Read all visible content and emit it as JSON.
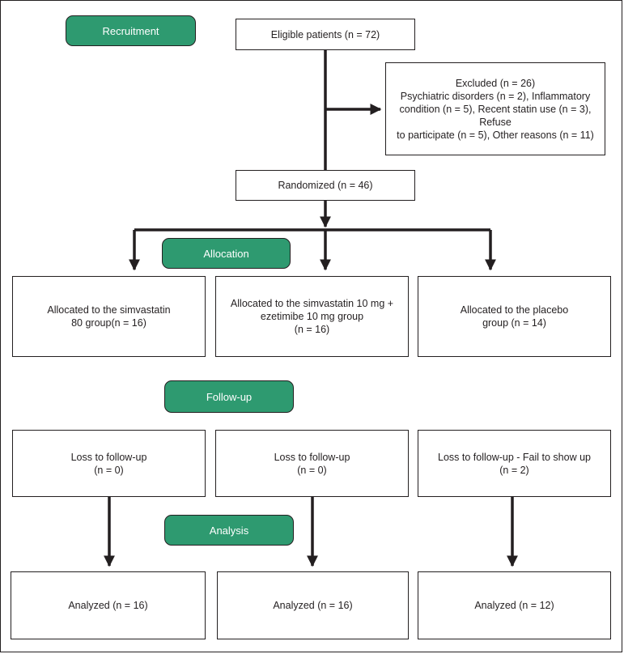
{
  "colors": {
    "stage_fill": "#2e9a70",
    "stage_text": "#ffffff",
    "line": "#231f20",
    "box_fill": "#ffffff"
  },
  "stages": {
    "recruitment": "Recruitment",
    "allocation": "Allocation",
    "follow_up": "Follow-up",
    "analysis": "Analysis"
  },
  "eligible": "Eligible patients (n = 72)",
  "excluded": {
    "title": "Excluded (n = 26)",
    "details": "Psychiatric disorders (n = 2), Inflammatory\ncondition (n = 5), Recent statin use (n = 3), Refuse\nto participate (n = 5), Other reasons (n = 11)"
  },
  "randomized": "Randomized (n = 46)",
  "groups": [
    {
      "allocated": "Allocated to the simvastatin\n80 group(n = 16)",
      "loss": "Loss to follow-up\n(n = 0)",
      "analyzed": "Analyzed (n = 16)"
    },
    {
      "allocated": "Allocated to the simvastatin 10 mg +\nezetimibe 10 mg group\n(n = 16)",
      "loss": "Loss to follow-up\n(n = 0)",
      "analyzed": "Analyzed (n = 16)"
    },
    {
      "allocated": "Allocated to the placebo\ngroup (n = 14)",
      "loss": "Loss to follow-up - Fail to show up\n(n = 2)",
      "analyzed": "Analyzed (n = 12)"
    }
  ]
}
